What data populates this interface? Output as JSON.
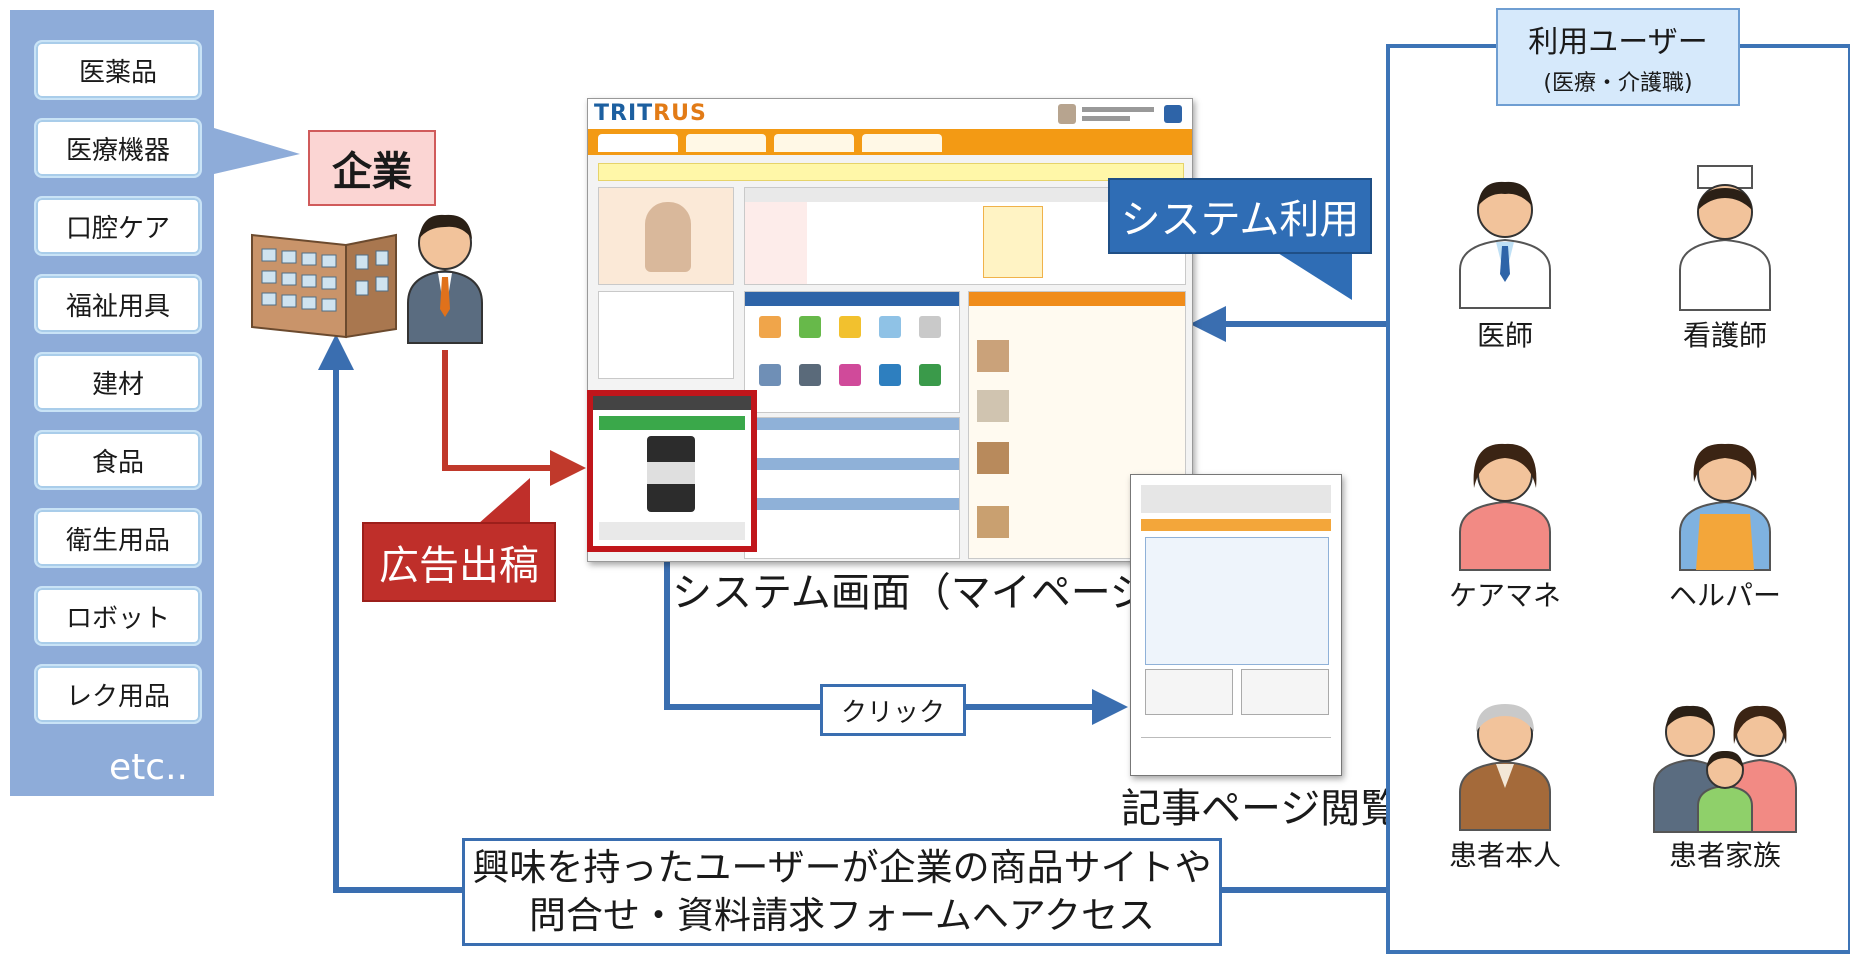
{
  "categories": {
    "items": [
      "医薬品",
      "医療機器",
      "口腔ケア",
      "福祉用具",
      "建材",
      "食品",
      "衛生用品",
      "ロボット",
      "レク用品"
    ],
    "etc": "etc.."
  },
  "company": {
    "label": "企業"
  },
  "advert": {
    "label": "広告出稿"
  },
  "system_use": {
    "label": "システム利用"
  },
  "screen": {
    "logo_main": "TRIT",
    "logo_accent": "RUS",
    "caption": "システム画面（マイページ）"
  },
  "article": {
    "caption": "記事ページ閲覧"
  },
  "click": {
    "label": "クリック"
  },
  "bottom_message": {
    "line1": "興味を持ったユーザーが企業の商品サイトや",
    "line2": "問合せ・資料請求フォームへアクセス"
  },
  "users": {
    "title": "利用ユーザー",
    "subtitle": "(医療・介護職)",
    "roles": [
      "医師",
      "看護師",
      "ケアマネ",
      "ヘルパー",
      "患者本人",
      "患者家族"
    ]
  },
  "colors": {
    "panel_blue": "#8eacd9",
    "arrow_blue": "#3a6eb0",
    "arrow_red": "#c0392b",
    "accent_orange": "#f39a14"
  }
}
